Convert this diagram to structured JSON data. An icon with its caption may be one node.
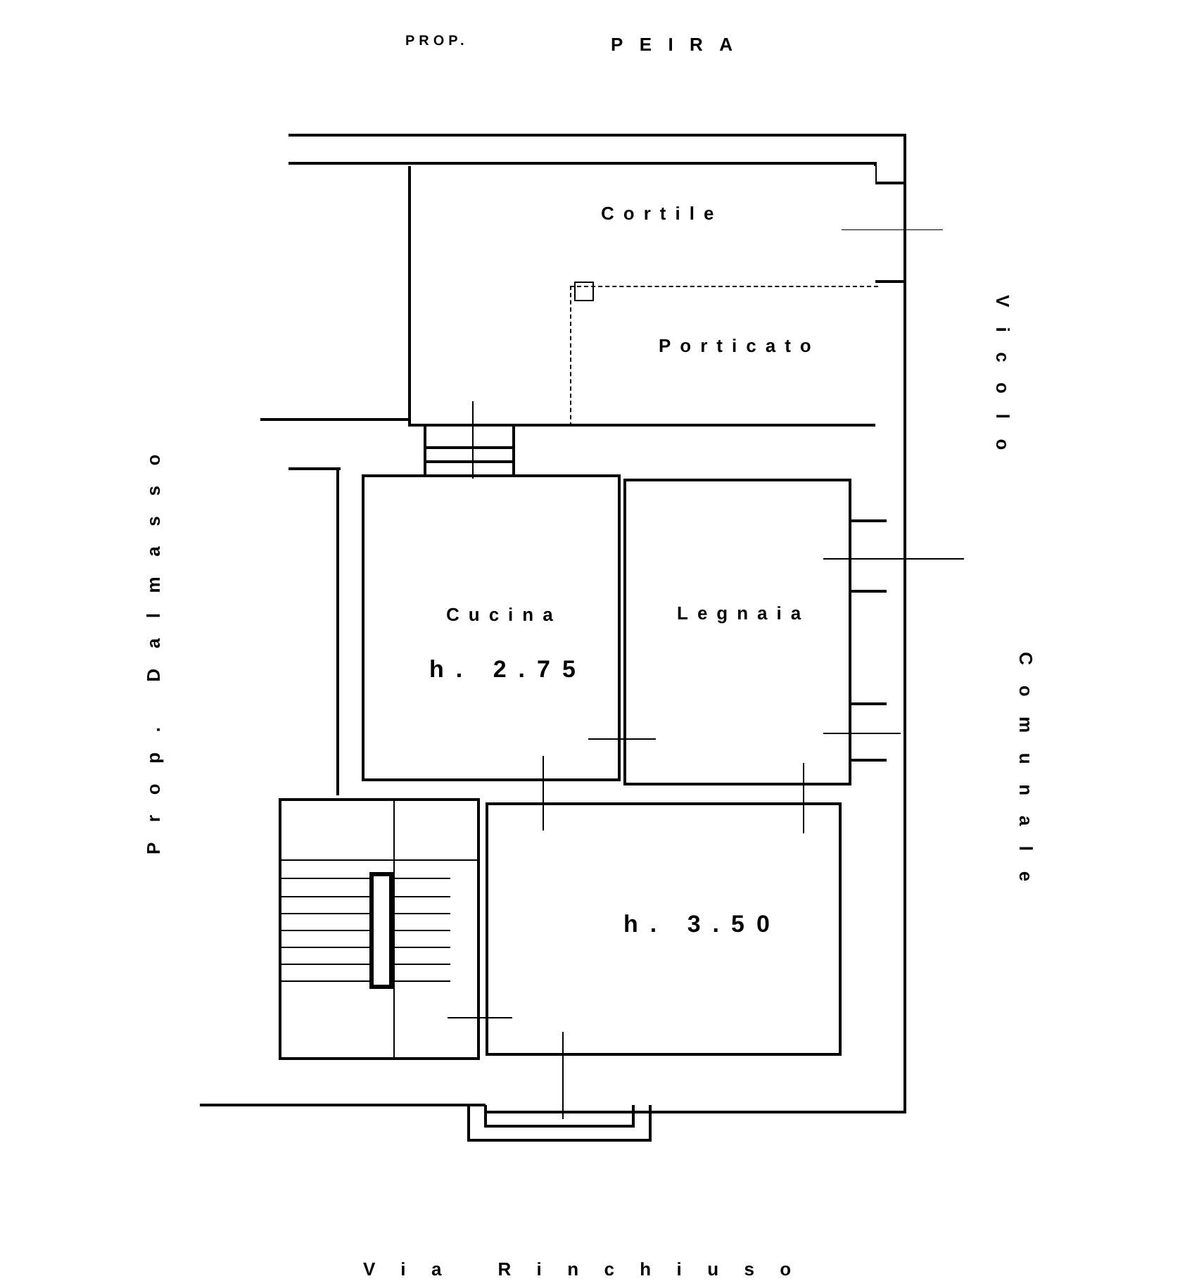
{
  "diagram": {
    "nodes": [
      {
        "text": [
          "Cortile"
        ]
      },
      {
        "text": [
          "Porticato"
        ],
        "in": 0
      },
      {
        "text": [
          "Cucina",
          "h. 2.75"
        ]
      },
      {
        "text": [
          "Legnaia"
        ]
      },
      {
        "text": [],
        "shape": "box"
      },
      {
        "text": [
          "h. 3.50"
        ]
      }
    ],
    "labels": [
      "PROP.",
      "PEIRA",
      "Vicolo",
      "Comunale",
      "Prop. Dalmasso",
      "Via Rinchiuso"
    ]
  }
}
